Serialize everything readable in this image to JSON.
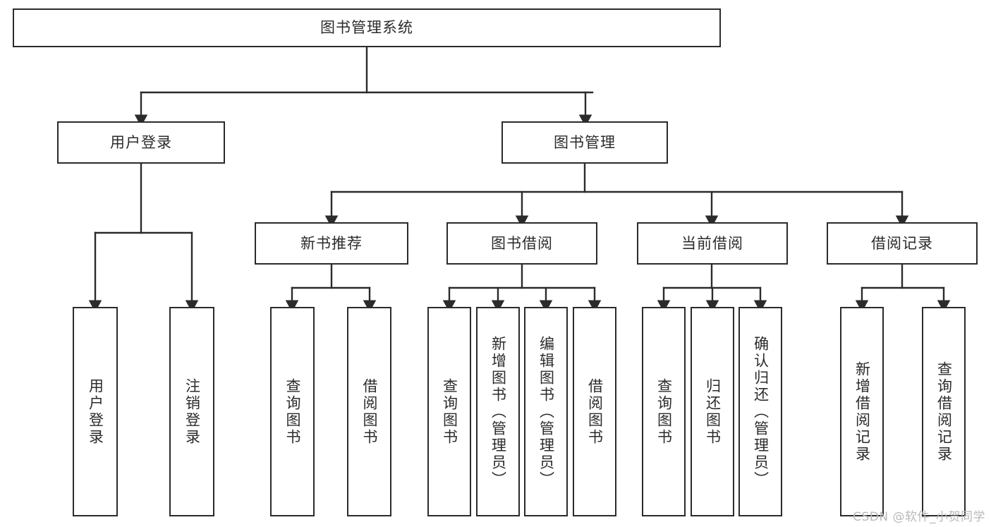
{
  "diagram": {
    "title": "图书管理系统",
    "watermark": "CSDN @软件_小贺同学",
    "stroke_color": "#2b2b2b",
    "background_color": "#ffffff",
    "nodes": {
      "root": {
        "label": "图书管理系统"
      },
      "user_login": {
        "label": "用户登录"
      },
      "book_manage": {
        "label": "图书管理"
      },
      "new_book_rec": {
        "label": "新书推荐"
      },
      "book_borrow": {
        "label": "图书借阅"
      },
      "current_borrow": {
        "label": "当前借阅"
      },
      "borrow_record": {
        "label": "借阅记录"
      },
      "leaf_user_login": {
        "label": "用户登录"
      },
      "leaf_logout": {
        "label": "注销登录"
      },
      "leaf_query_book_1": {
        "label": "查询图书"
      },
      "leaf_borrow_book_1": {
        "label": "借阅图书"
      },
      "leaf_query_book_2": {
        "label": "查询图书"
      },
      "leaf_add_book": {
        "label": "新增图书（管理员）"
      },
      "leaf_edit_book": {
        "label": "编辑图书（管理员）"
      },
      "leaf_borrow_book_2": {
        "label": "借阅图书"
      },
      "leaf_query_book_3": {
        "label": "查询图书"
      },
      "leaf_return_book": {
        "label": "归还图书"
      },
      "leaf_confirm_return": {
        "label": "确认归还（管理员）"
      },
      "leaf_add_record": {
        "label": "新增借阅记录"
      },
      "leaf_query_record": {
        "label": "查询借阅记录"
      }
    }
  }
}
